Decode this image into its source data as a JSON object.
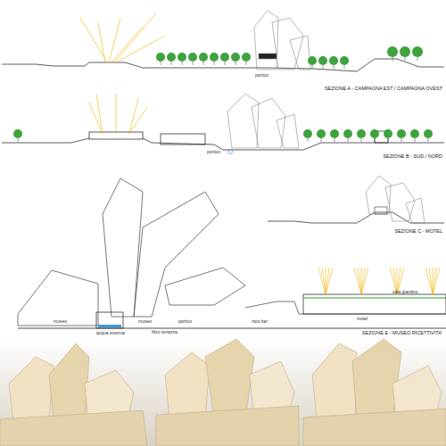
{
  "diagram": {
    "labels": [
      "SEZIONE A - CAMPAGNA EST / CAMPAGNA OVEST",
      "portico",
      "SEZIONE B - SUD / NORD",
      "portico",
      "SEZIONE C - MOTEL",
      "museo",
      "museo",
      "portico",
      "risto bar",
      "motel",
      "SEZIONE E - MUSEO RICETTIVITA'",
      "filtro terrazza",
      "acqua esterna",
      "sala giardino"
    ]
  }
}
